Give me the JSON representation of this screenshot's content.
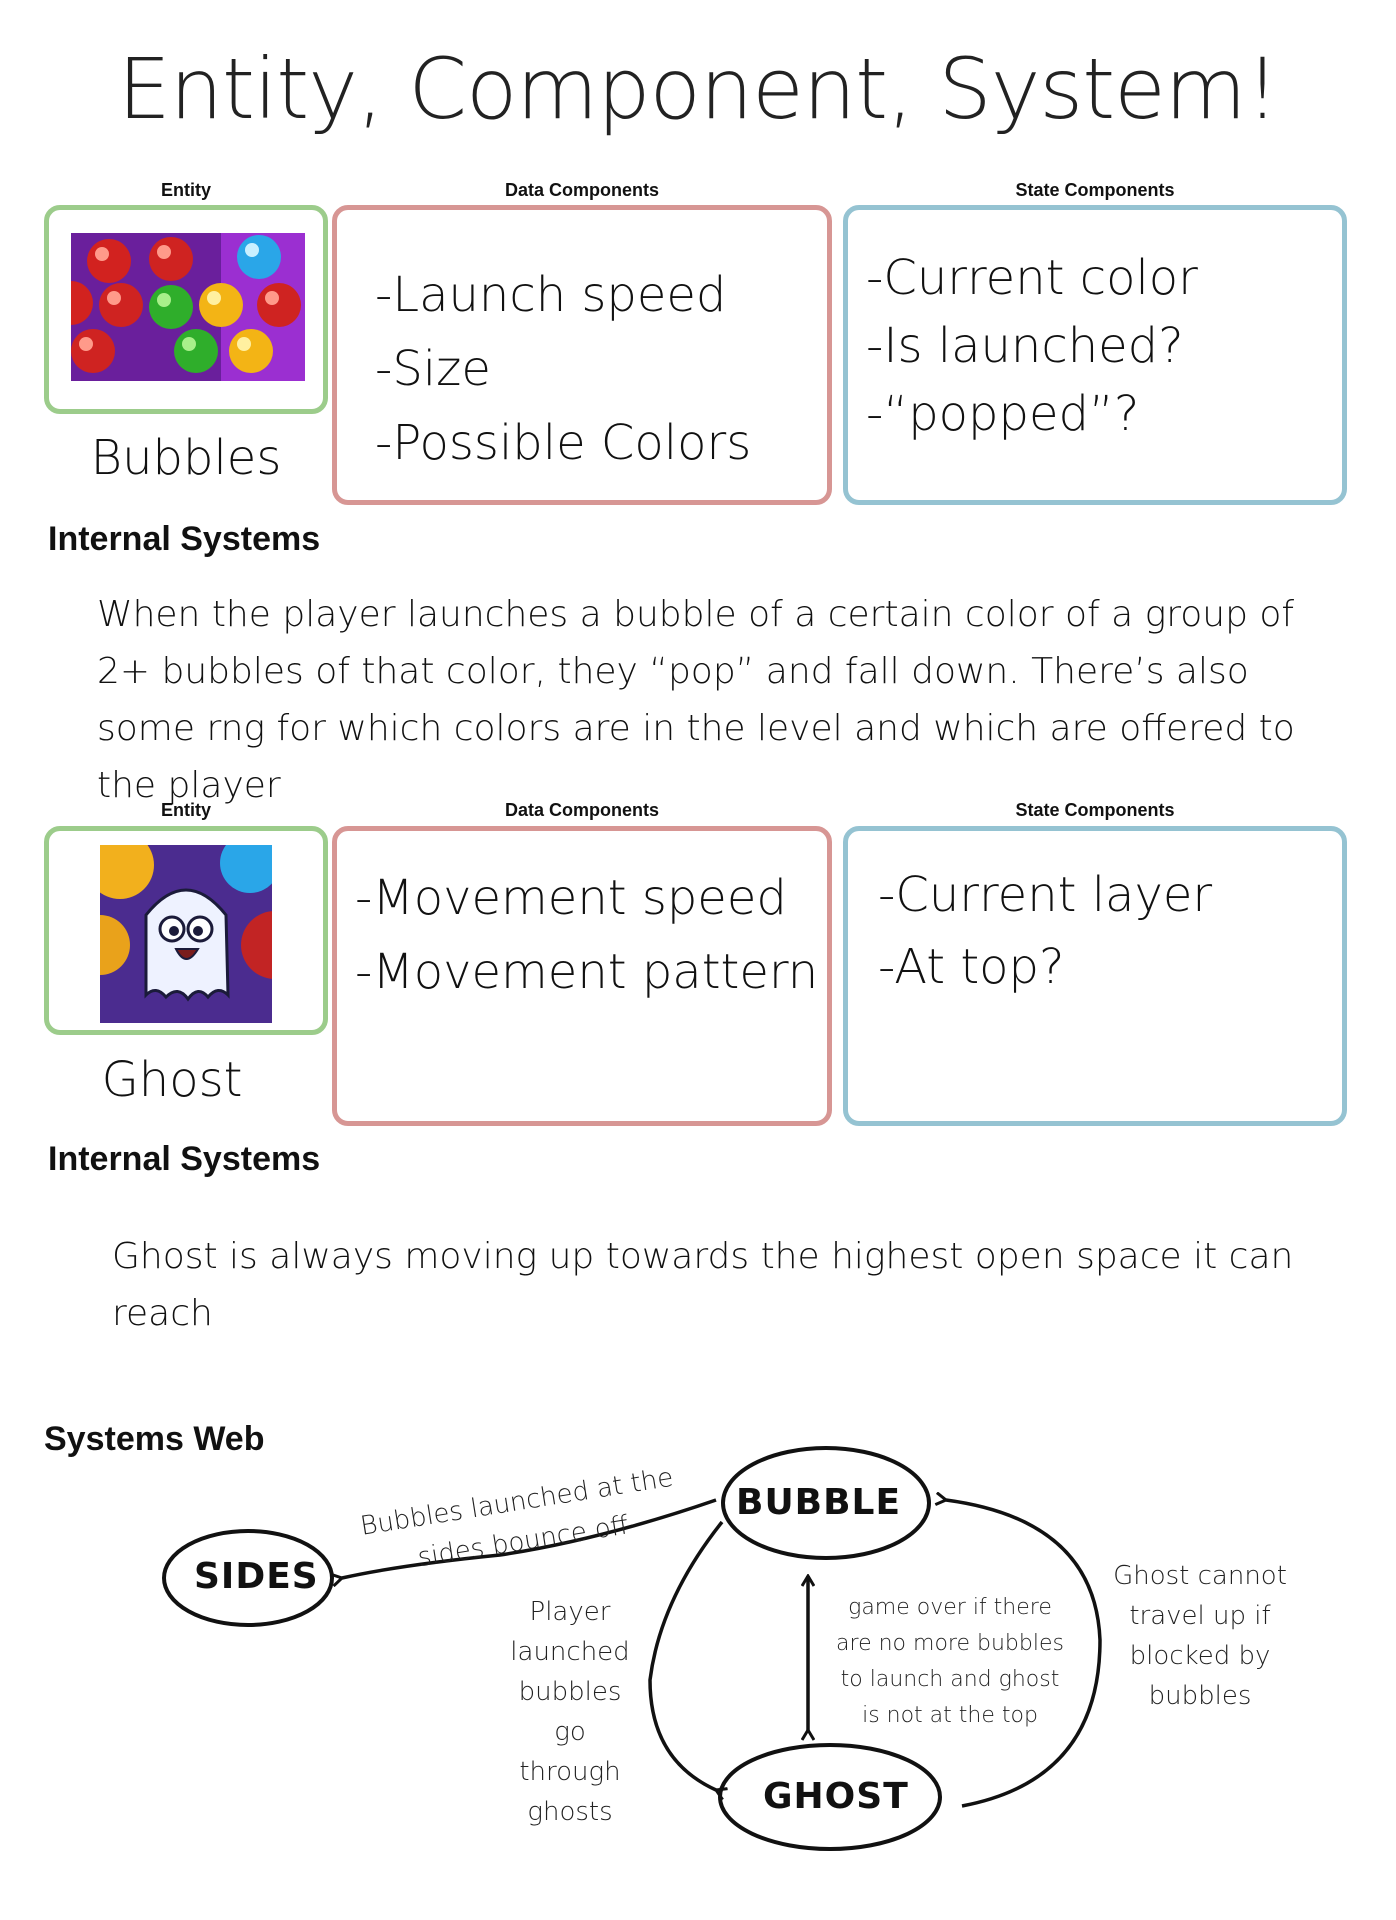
{
  "title": "Entity, Component, System!",
  "labels": {
    "entity": "Entity",
    "data_components": "Data Components",
    "state_components": "State Components",
    "internal_systems": "Internal Systems"
  },
  "bubbles": {
    "name": "Bubbles",
    "data_components": [
      "-Launch speed",
      "-Size",
      "-Possible Colors"
    ],
    "state_components": [
      "-Current color",
      "-Is launched?",
      "-“popped”?"
    ],
    "internal_systems": "When the player launches a bubble of a certain color of a group of 2+ bubbles of that color, they “pop” and fall down. There’s also some rng for which colors are in the level and which are offered to the player"
  },
  "ghost": {
    "name": "Ghost",
    "data_components": [
      "-Movement speed",
      "-Movement pattern"
    ],
    "state_components": [
      "-Current layer",
      "-At top?"
    ],
    "internal_systems": "Ghost is always moving up towards the highest open space it can reach"
  },
  "systems_web": {
    "heading": "Systems Web",
    "nodes": {
      "bubble": "BUBBLE",
      "sides": "SIDES",
      "ghost": "GHOST"
    },
    "edges": {
      "bubble_to_sides": [
        "Bubbles launched at the",
        "sides bounce off"
      ],
      "bubble_to_ghost_pass": [
        "Player",
        "launched",
        "bubbles",
        "go",
        "through",
        "ghosts"
      ],
      "game_over": [
        "game over if there",
        "are no more bubbles",
        "to launch and ghost",
        "is not at the top"
      ],
      "ghost_blocked": [
        "Ghost cannot",
        "travel up if",
        "blocked by",
        "bubbles"
      ]
    }
  },
  "colors": {
    "entity_border": "#9ccc8b",
    "data_border": "#d79694",
    "state_border": "#95c3d2"
  }
}
